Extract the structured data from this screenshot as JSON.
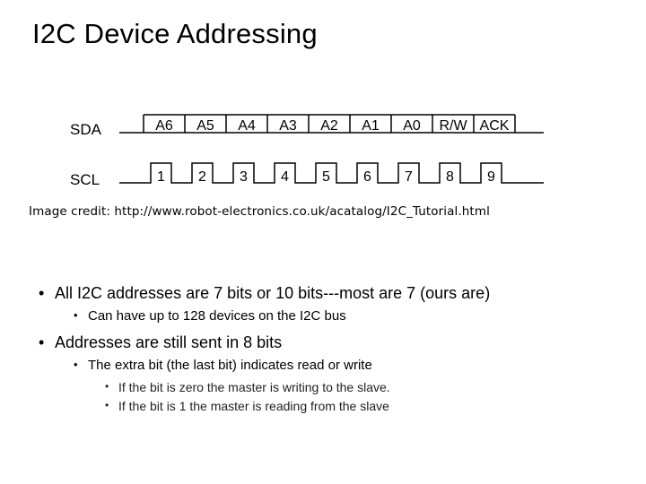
{
  "title": "I2C Device Addressing",
  "diagram": {
    "sda_label": "SDA",
    "scl_label": "SCL",
    "sda_fields": [
      "A6",
      "A5",
      "A4",
      "A3",
      "A2",
      "A1",
      "A0",
      "R/W",
      "ACK"
    ],
    "scl_pulses": [
      "1",
      "2",
      "3",
      "4",
      "5",
      "6",
      "7",
      "8",
      "9"
    ]
  },
  "credit": "Image credit: http://www.robot-electronics.co.uk/acatalog/I2C_Tutorial.html",
  "bullets": [
    {
      "text": "All I2C addresses are 7 bits or 10 bits---most are 7 (ours are)"
    },
    {
      "text": "Can have up to 128 devices on the I2C bus"
    },
    {
      "text": "Addresses are still sent in 8 bits"
    },
    {
      "text": "The extra bit (the last bit) indicates read or write"
    },
    {
      "text": "If the bit is zero the master is writing to the slave."
    },
    {
      "text": "If the bit is 1 the master is reading from the slave"
    }
  ]
}
